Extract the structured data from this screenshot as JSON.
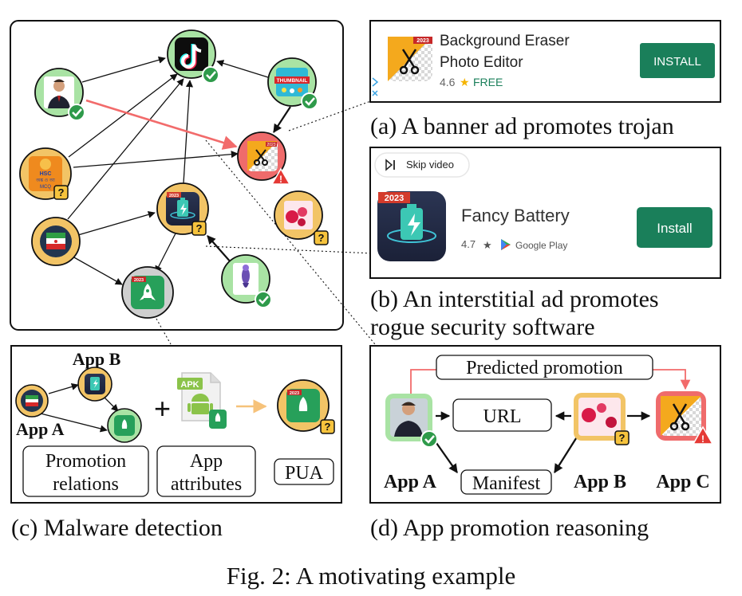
{
  "figure": {
    "caption": "Fig. 2: A motivating example"
  },
  "panel_a": {
    "caption": "(a) A banner ad promotes trojan",
    "app_name_line1": "Background Eraser",
    "app_name_line2": "Photo Editor",
    "rating": "4.6",
    "price": "FREE",
    "button": "INSTALL",
    "icon_badge": "2023"
  },
  "panel_b": {
    "caption_line1": "(b) An interstitial ad promotes",
    "caption_line2": "rogue security software",
    "skip": "Skip video",
    "app_name": "Fancy Battery",
    "rating": "4.7",
    "store": "Google Play",
    "button": "Install",
    "icon_badge": "2023"
  },
  "panel_c": {
    "caption": "(c) Malware detection",
    "app_b_label": "App B",
    "app_a_label": "App A",
    "apk_label": "APK",
    "box1_line1": "Promotion",
    "box1_line2": "relations",
    "box2_line1": "App",
    "box2_line2": "attributes",
    "box3": "PUA"
  },
  "panel_d": {
    "caption": "(d) App promotion reasoning",
    "predicted": "Predicted promotion",
    "url": "URL",
    "manifest": "Manifest",
    "app_a": "App A",
    "app_b": "App B",
    "app_c": "App C"
  },
  "graph": {
    "node_labels": {
      "hsc_line1": "HSC",
      "hsc_line2": "অঙ্ক ও আ",
      "hsc_line3": "MCQ",
      "thumbnail": "THUMBNAIL",
      "badge_2023": "2023"
    },
    "badges": {
      "verified": "✓",
      "unknown": "?",
      "warning": "!"
    }
  },
  "colors": {
    "benign": "#a9e3a4",
    "unknown": "#f2c466",
    "malicious": "#ef6b6b",
    "green_button": "#1a7f5a",
    "red_arrow": "#f26b6b",
    "orange_arrow": "#f6c27a"
  }
}
